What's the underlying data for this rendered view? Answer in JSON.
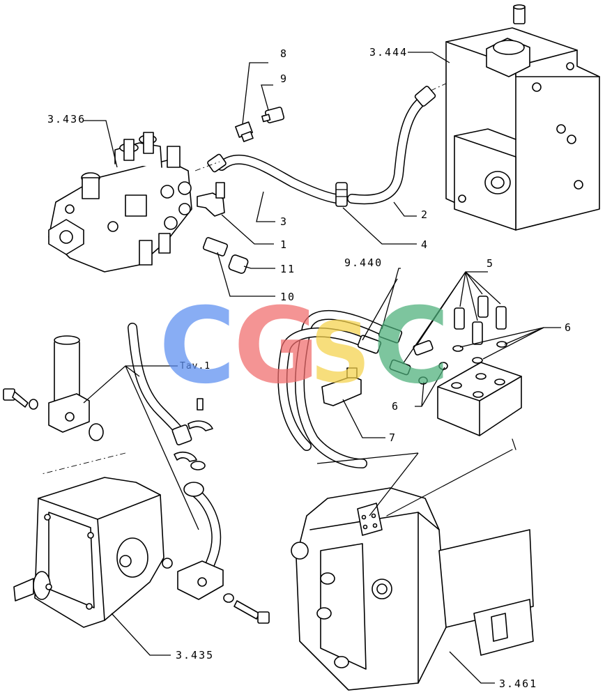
{
  "callouts": [
    {
      "id": "c-8",
      "text": "8"
    },
    {
      "id": "c-9",
      "text": "9"
    },
    {
      "id": "c-3-436",
      "text": "3.436"
    },
    {
      "id": "c-3-444",
      "text": "3.444"
    },
    {
      "id": "c-3",
      "text": "3"
    },
    {
      "id": "c-2",
      "text": "2"
    },
    {
      "id": "c-1",
      "text": "1"
    },
    {
      "id": "c-4",
      "text": "4"
    },
    {
      "id": "c-11",
      "text": "11"
    },
    {
      "id": "c-10",
      "text": "10"
    },
    {
      "id": "c-9-440",
      "text": "9.440"
    },
    {
      "id": "c-5",
      "text": "5"
    },
    {
      "id": "c-6a",
      "text": "6"
    },
    {
      "id": "c-6b",
      "text": "6"
    },
    {
      "id": "c-7",
      "text": "7"
    },
    {
      "id": "c-tav",
      "text": "Tav.1"
    },
    {
      "id": "c-3-435",
      "text": "3.435"
    },
    {
      "id": "c-3-461",
      "text": "3.461"
    }
  ],
  "watermark": {
    "letters": [
      "C",
      "G",
      "S",
      "C"
    ],
    "colors": [
      "#5b8ef0",
      "#f06b6b",
      "#f5d24a",
      "#4caf7a"
    ]
  }
}
